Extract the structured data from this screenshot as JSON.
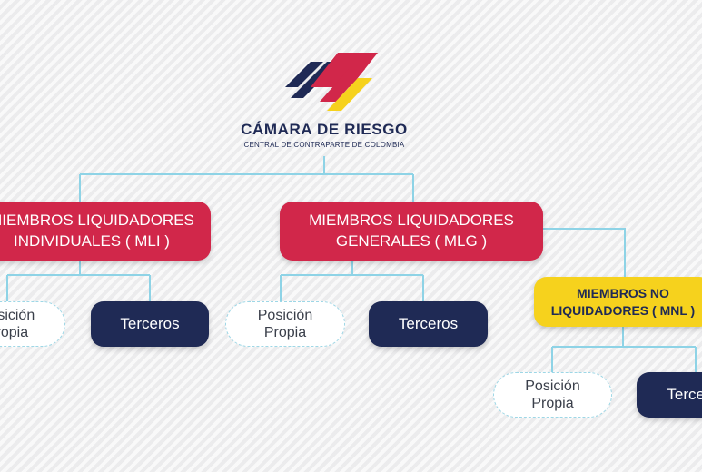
{
  "logo": {
    "title": "CÁMARA DE RIESGO",
    "subtitle": "CENTRAL DE CONTRAPARTE DE COLOMBIA",
    "colors": {
      "navy": "#1f2a55",
      "red": "#d1274a",
      "yellow": "#f6d21d"
    }
  },
  "nodes": {
    "mli": "MIEMBROS LIQUIDADORES\nINDIVIDUALES ( MLI )",
    "mlg": "MIEMBROS LIQUIDADORES\nGENERALES ( MLG )",
    "mnl": "MIEMBROS NO\nLIQUIDADORES ( MNL )",
    "mli_posicion": "Posición\nPropia",
    "mli_terceros": "Terceros",
    "mlg_posicion": "Posición\nPropia",
    "mlg_terceros": "Terceros",
    "mnl_posicion": "Posición\nPropia",
    "mnl_terceros": "Terceros"
  },
  "colors": {
    "connector": "#8ed3e6",
    "red_box": "#d1274a",
    "yellow_box": "#f6d21d",
    "navy_box": "#1f2a55",
    "dashed_border": "#9ed7e6"
  }
}
